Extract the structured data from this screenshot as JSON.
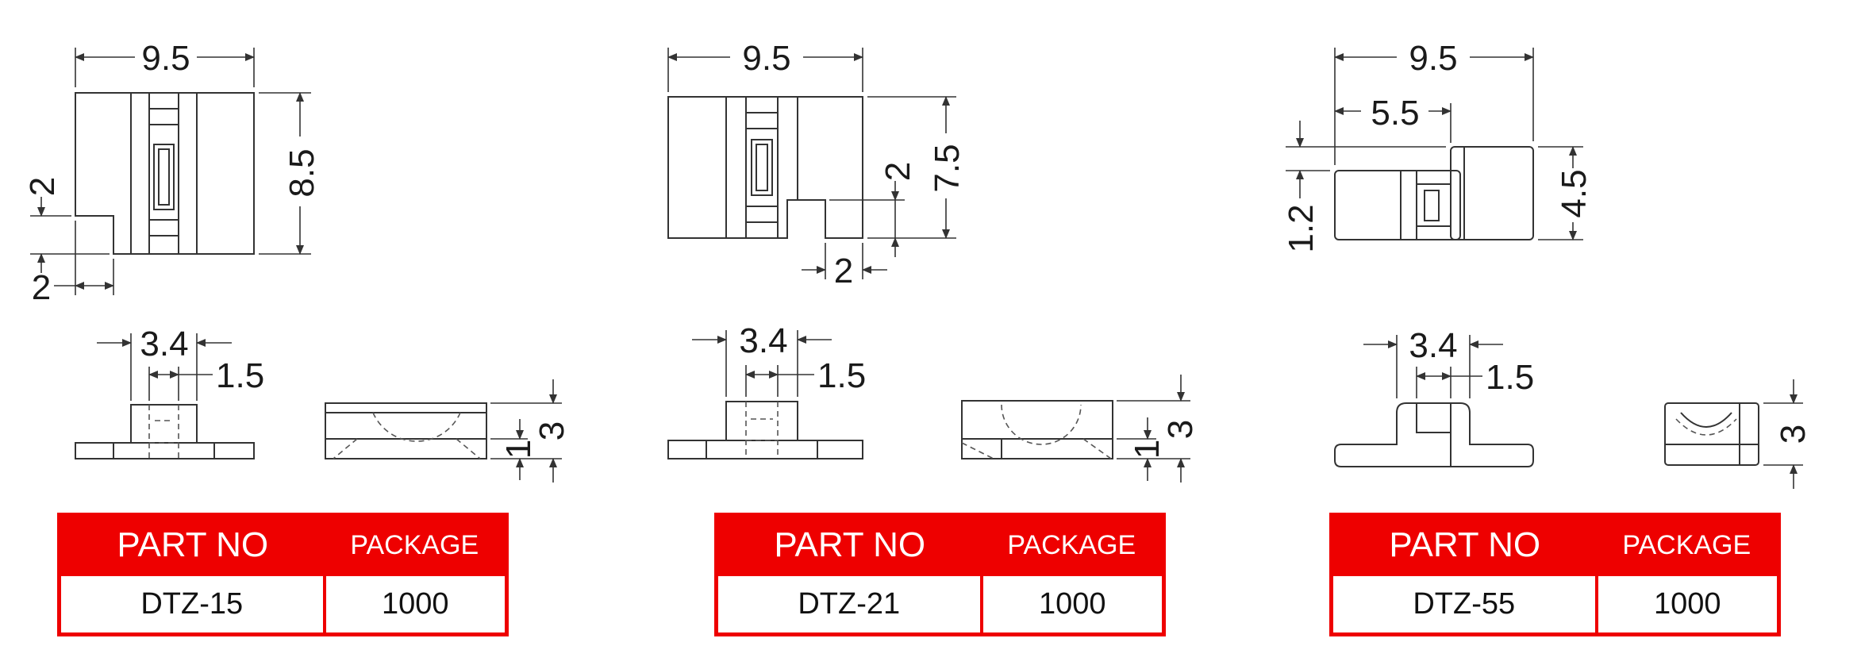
{
  "colors": {
    "table_accent": "#ee0000",
    "line": "#333333"
  },
  "parts": [
    {
      "part_no": "DTZ-15",
      "package": "1000",
      "dims": {
        "width": "9.5",
        "height": "8.5",
        "notch_h": "2",
        "notch_w": "2",
        "slot": "3.4",
        "lip": "1.5"
      },
      "table": {
        "hdr_part": "PART NO",
        "hdr_pkg": "PACKAGE"
      }
    },
    {
      "part_no": "DTZ-21",
      "package": "1000",
      "dims": {
        "width": "9.5",
        "height": "7.5",
        "notch_h": "2",
        "notch_w": "2",
        "slot": "3.4",
        "lip": "1.5",
        "side_h": "3",
        "side_base": "1"
      },
      "table": {
        "hdr_part": "PART NO",
        "hdr_pkg": "PACKAGE"
      }
    },
    {
      "part_no": "DTZ-55",
      "package": "1000",
      "dims": {
        "width": "9.5",
        "inner": "5.5",
        "height": "4.5",
        "step": "1.2",
        "slot": "3.4",
        "lip": "1.5",
        "side_h": "3"
      },
      "table": {
        "hdr_part": "PART NO",
        "hdr_pkg": "PACKAGE"
      }
    }
  ],
  "side_view_1": {
    "side_h": "3",
    "side_base": "1"
  }
}
